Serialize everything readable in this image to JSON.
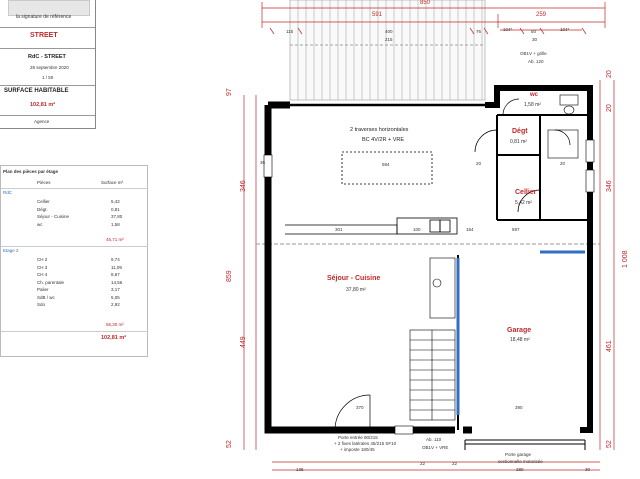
{
  "cartouche": {
    "tagline": "la signature de référence",
    "street": "STREET",
    "plan_name": "RdC - STREET",
    "date": "28 septembre 2020",
    "scale": "1 / 50",
    "surface_label": "SURFACE HABITABLE",
    "surface_value": "102,81 m²",
    "footer": "Agence"
  },
  "surface_table": {
    "title": "Plan des pièces par étage",
    "header_piece": "Pièces",
    "header_surface": "Surface m²",
    "level1_label": "RdC",
    "level1_rows": [
      {
        "name": "Cellier",
        "value": "5,42"
      },
      {
        "name": "Dégt.",
        "value": "0,81"
      },
      {
        "name": "Séjour - Cuisine",
        "value": "37,80"
      },
      {
        "name": "wc",
        "value": "1,58"
      }
    ],
    "level1_total": "45,71 m²",
    "level2_label": "Etage 2",
    "level2_rows": [
      {
        "name": "CH 2",
        "value": "9,74"
      },
      {
        "name": "CH 3",
        "value": "11,09"
      },
      {
        "name": "CH 4",
        "value": "8,67"
      },
      {
        "name": "Ch. parentale",
        "value": "14,56"
      },
      {
        "name": "Palier",
        "value": "3,17"
      },
      {
        "name": "SdB / wc",
        "value": "5,05"
      },
      {
        "name": "Sdo",
        "value": "2,92"
      }
    ],
    "level2_total": "56,30 m²",
    "grand_total": "102,81 m²"
  },
  "rooms": {
    "sejour_name": "Séjour - Cuisine",
    "sejour_area": "37,80 m²",
    "garage_name": "Garage",
    "garage_area": "18,48 m²",
    "degt_name": "Dégt",
    "degt_area": "0,81 m²",
    "cellier_name": "Cellier",
    "cellier_area": "5,42 m²",
    "wc_name": "wc",
    "wc_area": "1,58 m²"
  },
  "annotations": {
    "traverses": "2 traverses horizontales",
    "traverses_sub": "BC 4V/2R + VRE",
    "obv_top": "OB1V + grille",
    "ab_top": "Ab. 120",
    "porte_entree_1": "Porte entrée 90/215",
    "porte_entree_2": "+ 2 fixes latérales 45/215 SF10",
    "porte_entree_3": "+ imposte 180/45",
    "ab_110": "Ab. 110",
    "obv_bottom": "OB1V + VRE",
    "porte_garage_1": "Porte garage",
    "porte_garage_2": "sectionnelle motorisée",
    "dim_584": "584",
    "dim_301": "301",
    "dim_100": "100",
    "dim_164": "164",
    "dim_597": "597",
    "dim_370": "370",
    "dim_390": "390",
    "dim_20a": "20",
    "dim_20b": "20",
    "dim_36": "36"
  },
  "dimensions": {
    "top_850": "850",
    "top_591": "591",
    "top_259": "259",
    "top_115": "115",
    "top_400": "400",
    "top_215": "215",
    "top_76": "76",
    "top_104a": "104⁵",
    "top_50": "50",
    "top_104b": "104⁵",
    "top_30": "30",
    "left_97": "97",
    "left_346": "346",
    "left_859": "859",
    "left_449": "449",
    "left_52": "52",
    "right_346": "346",
    "right_1008": "1 008",
    "right_461": "461",
    "right_52": "52",
    "right_20a": "20",
    "right_20b": "20",
    "bottom_135": "135",
    "bottom_22a": "22",
    "bottom_22b": "22",
    "bottom_280": "280",
    "bottom_30": "30"
  },
  "colors": {
    "dimension": "#c0282b",
    "wall": "#000000",
    "window": "#2f6fc2"
  }
}
